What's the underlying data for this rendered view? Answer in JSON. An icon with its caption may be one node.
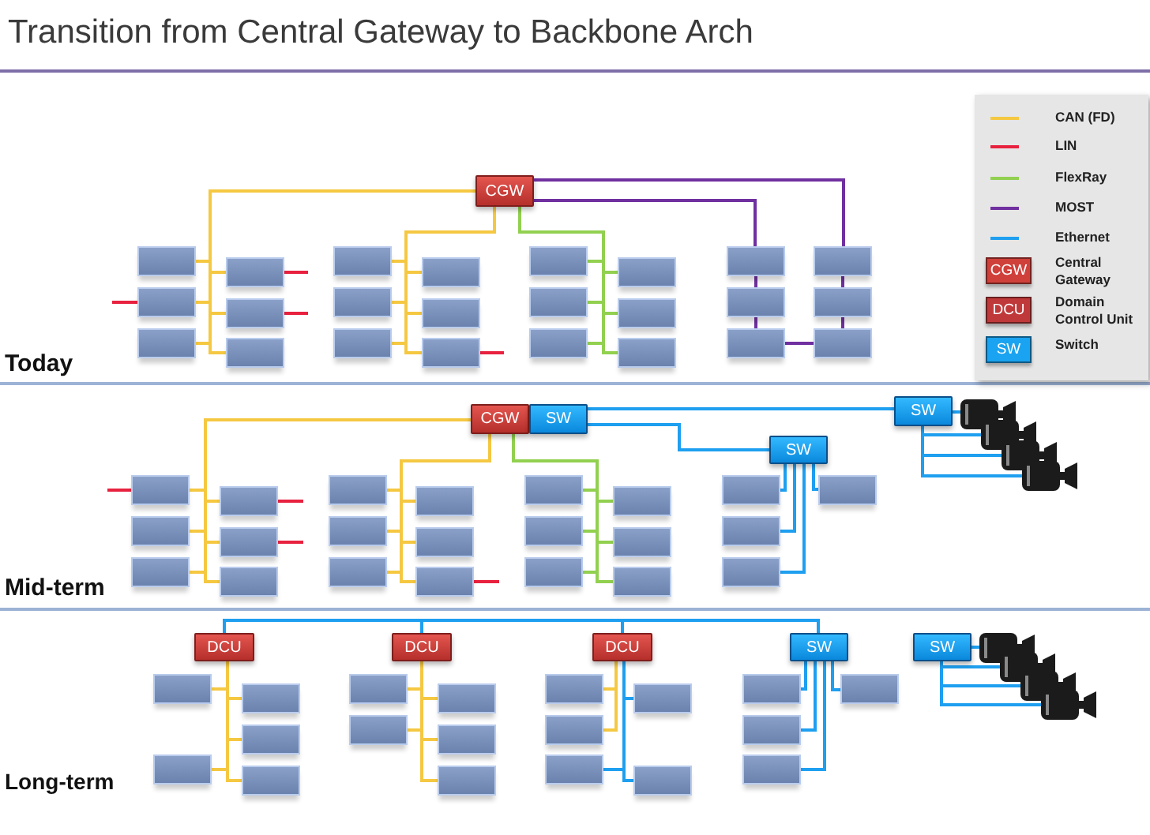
{
  "diagram": {
    "title": "Transition from Central Gateway to Backbone Arch",
    "nodes": [
      {
        "text": [
          "CGW"
        ]
      },
      {
        "text": [],
        "shape": "box"
      },
      {
        "text": [],
        "shape": "box"
      },
      {
        "text": [],
        "shape": "box"
      },
      {
        "text": [],
        "shape": "box"
      },
      {
        "text": [],
        "shape": "box"
      },
      {
        "text": [],
        "shape": "box"
      },
      {
        "text": [],
        "shape": "box"
      },
      {
        "text": [],
        "shape": "box"
      },
      {
        "text": [],
        "shape": "box"
      },
      {
        "text": [],
        "shape": "box"
      },
      {
        "text": [],
        "shape": "box"
      },
      {
        "text": [],
        "shape": "box"
      },
      {
        "text": [],
        "shape": "box"
      },
      {
        "text": [],
        "shape": "box"
      },
      {
        "text": [],
        "shape": "box"
      },
      {
        "text": [],
        "shape": "box"
      },
      {
        "text": [],
        "shape": "box"
      },
      {
        "text": [],
        "shape": "box"
      },
      {
        "text": [],
        "shape": "box"
      },
      {
        "text": [],
        "shape": "box"
      },
      {
        "text": [],
        "shape": "box"
      },
      {
        "text": [],
        "shape": "box"
      },
      {
        "text": [],
        "shape": "box"
      },
      {
        "text": [],
        "shape": "box"
      },
      {
        "text": [
          "CGW"
        ]
      },
      {
        "text": [
          "SW"
        ]
      },
      {
        "text": [],
        "shape": "box"
      },
      {
        "text": [],
        "shape": "box"
      },
      {
        "text": [],
        "shape": "box"
      },
      {
        "text": [],
        "shape": "box"
      },
      {
        "text": [],
        "shape": "box"
      },
      {
        "text": [],
        "shape": "box"
      },
      {
        "text": [],
        "shape": "box"
      },
      {
        "text": [],
        "shape": "box"
      },
      {
        "text": [],
        "shape": "box"
      },
      {
        "text": [],
        "shape": "box"
      },
      {
        "text": [],
        "shape": "box"
      },
      {
        "text": [],
        "shape": "box"
      },
      {
        "text": [],
        "shape": "box"
      },
      {
        "text": [],
        "shape": "box"
      },
      {
        "text": [],
        "shape": "box"
      },
      {
        "text": [],
        "shape": "box"
      },
      {
        "text": [],
        "shape": "box"
      },
      {
        "text": [],
        "shape": "box"
      },
      {
        "text": [
          "SW"
        ]
      },
      {
        "text": [],
        "shape": "box"
      },
      {
        "text": [],
        "shape": "box"
      },
      {
        "text": [],
        "shape": "box"
      },
      {
        "text": [],
        "shape": "box"
      },
      {
        "text": [
          "SW"
        ]
      },
      {
        "text": [],
        "shape": "camera"
      },
      {
        "text": [],
        "shape": "camera"
      },
      {
        "text": [],
        "shape": "camera"
      },
      {
        "text": [],
        "shape": "camera"
      },
      {
        "text": [
          "DCU"
        ]
      },
      {
        "text": [],
        "shape": "box"
      },
      {
        "text": [],
        "shape": "box"
      },
      {
        "text": [],
        "shape": "box"
      },
      {
        "text": [],
        "shape": "box"
      },
      {
        "text": [],
        "shape": "box"
      },
      {
        "text": [
          "DCU"
        ]
      },
      {
        "text": [],
        "shape": "box"
      },
      {
        "text": [],
        "shape": "box"
      },
      {
        "text": [],
        "shape": "box"
      },
      {
        "text": [],
        "shape": "box"
      },
      {
        "text": [],
        "shape": "box"
      },
      {
        "text": [
          "DCU"
        ]
      },
      {
        "text": [],
        "shape": "box"
      },
      {
        "text": [],
        "shape": "box"
      },
      {
        "text": [],
        "shape": "box"
      },
      {
        "text": [],
        "shape": "box"
      },
      {
        "text": [],
        "shape": "box"
      },
      {
        "text": [
          "SW"
        ]
      },
      {
        "text": [],
        "shape": "box"
      },
      {
        "text": [],
        "shape": "box"
      },
      {
        "text": [],
        "shape": "box"
      },
      {
        "text": [],
        "shape": "box"
      },
      {
        "text": [
          "SW"
        ]
      },
      {
        "text": [],
        "shape": "camera"
      },
      {
        "text": [],
        "shape": "camera"
      },
      {
        "text": [],
        "shape": "camera"
      },
      {
        "text": [],
        "shape": "camera"
      }
    ],
    "edges": [
      {
        "from": 0,
        "to": 1,
        "arrow": "none"
      },
      {
        "from": 0,
        "to": 2,
        "arrow": "none"
      },
      {
        "from": 0,
        "to": 3,
        "arrow": "none"
      },
      {
        "from": 0,
        "to": 4,
        "arrow": "none"
      },
      {
        "from": 0,
        "to": 5,
        "arrow": "none"
      },
      {
        "from": 0,
        "to": 6,
        "arrow": "none"
      },
      {
        "from": 0,
        "to": 7,
        "arrow": "none"
      },
      {
        "from": 0,
        "to": 8,
        "arrow": "none"
      },
      {
        "from": 0,
        "to": 9,
        "arrow": "none"
      },
      {
        "from": 0,
        "to": 10,
        "arrow": "none"
      },
      {
        "from": 0,
        "to": 11,
        "arrow": "none"
      },
      {
        "from": 0,
        "to": 12,
        "arrow": "none"
      },
      {
        "from": 0,
        "to": 13,
        "arrow": "none",
        "color": "#92d050"
      },
      {
        "from": 0,
        "to": 14,
        "arrow": "none",
        "color": "#92d050"
      },
      {
        "from": 0,
        "to": 15,
        "arrow": "none",
        "color": "#92d050"
      },
      {
        "from": 0,
        "to": 16,
        "arrow": "none",
        "color": "#92d050"
      },
      {
        "from": 0,
        "to": 17,
        "arrow": "none",
        "color": "#92d050"
      },
      {
        "from": 0,
        "to": 18,
        "arrow": "none",
        "color": "#92d050"
      },
      {
        "from": 0,
        "to": 19,
        "arrow": "none",
        "color": "#7030a0"
      },
      {
        "from": 19,
        "to": 20,
        "arrow": "none",
        "color": "#7030a0"
      },
      {
        "from": 20,
        "to": 21,
        "arrow": "none",
        "color": "#7030a0"
      },
      {
        "from": 21,
        "to": 24,
        "arrow": "none",
        "color": "#7030a0"
      },
      {
        "from": 24,
        "to": 23,
        "arrow": "none",
        "color": "#7030a0"
      },
      {
        "from": 23,
        "to": 22,
        "arrow": "none",
        "color": "#7030a0"
      },
      {
        "from": 22,
        "to": 0,
        "arrow": "none",
        "color": "#7030a0"
      },
      {
        "from": 2,
        "to": null,
        "arrow": "none",
        "color": "#e8213f"
      },
      {
        "from": 4,
        "to": null,
        "arrow": "none",
        "color": "#e8213f"
      },
      {
        "from": 5,
        "to": null,
        "arrow": "none",
        "color": "#e8213f"
      },
      {
        "from": 12,
        "to": null,
        "arrow": "none",
        "color": "#e8213f"
      },
      {
        "from": 25,
        "to": 27,
        "arrow": "none"
      },
      {
        "from": 25,
        "to": 28,
        "arrow": "none"
      },
      {
        "from": 25,
        "to": 29,
        "arrow": "none"
      },
      {
        "from": 25,
        "to": 30,
        "arrow": "none"
      },
      {
        "from": 25,
        "to": 31,
        "arrow": "none"
      },
      {
        "from": 25,
        "to": 32,
        "arrow": "none"
      },
      {
        "from": 25,
        "to": 33,
        "arrow": "none"
      },
      {
        "from": 25,
        "to": 34,
        "arrow": "none"
      },
      {
        "from": 25,
        "to": 35,
        "arrow": "none"
      },
      {
        "from": 25,
        "to": 36,
        "arrow": "none"
      },
      {
        "from": 25,
        "to": 37,
        "arrow": "none"
      },
      {
        "from": 25,
        "to": 38,
        "arrow": "none"
      },
      {
        "from": 25,
        "to": 39,
        "arrow": "none",
        "color": "#92d050"
      },
      {
        "from": 25,
        "to": 40,
        "arrow": "none",
        "color": "#92d050"
      },
      {
        "from": 25,
        "to": 41,
        "arrow": "none",
        "color": "#92d050"
      },
      {
        "from": 25,
        "to": 42,
        "arrow": "none",
        "color": "#92d050"
      },
      {
        "from": 25,
        "to": 43,
        "arrow": "none",
        "color": "#92d050"
      },
      {
        "from": 25,
        "to": 44,
        "arrow": "none",
        "color": "#92d050"
      },
      {
        "from": 26,
        "to": 50,
        "arrow": "none",
        "color": "#1e9ff0"
      },
      {
        "from": 26,
        "to": 45,
        "arrow": "none",
        "color": "#1e9ff0"
      },
      {
        "from": 45,
        "to": 46,
        "arrow": "none",
        "color": "#1e9ff0"
      },
      {
        "from": 45,
        "to": 47,
        "arrow": "none",
        "color": "#1e9ff0"
      },
      {
        "from": 45,
        "to": 48,
        "arrow": "none",
        "color": "#1e9ff0"
      },
      {
        "from": 45,
        "to": 49,
        "arrow": "none",
        "color": "#1e9ff0"
      },
      {
        "from": 50,
        "to": 51,
        "arrow": "none",
        "color": "#1e9ff0"
      },
      {
        "from": 50,
        "to": 52,
        "arrow": "none",
        "color": "#1e9ff0"
      },
      {
        "from": 50,
        "to": 53,
        "arrow": "none",
        "color": "#1e9ff0"
      },
      {
        "from": 50,
        "to": 54,
        "arrow": "none",
        "color": "#1e9ff0"
      },
      {
        "from": 27,
        "to": null,
        "arrow": "none",
        "color": "#e8213f"
      },
      {
        "from": 30,
        "to": null,
        "arrow": "none",
        "color": "#e8213f"
      },
      {
        "from": 31,
        "to": null,
        "arrow": "none",
        "color": "#e8213f"
      },
      {
        "from": 38,
        "to": null,
        "arrow": "none",
        "color": "#e8213f"
      },
      {
        "from": 55,
        "to": 61,
        "arrow": "none",
        "color": "#1e9ff0"
      },
      {
        "from": 61,
        "to": 67,
        "arrow": "none",
        "color": "#1e9ff0"
      },
      {
        "from": 67,
        "to": 73,
        "arrow": "none",
        "color": "#1e9ff0"
      },
      {
        "from": 55,
        "to": 56,
        "arrow": "none"
      },
      {
        "from": 55,
        "to": 57,
        "arrow": "none"
      },
      {
        "from": 55,
        "to": 58,
        "arrow": "none"
      },
      {
        "from": 55,
        "to": 59,
        "arrow": "none"
      },
      {
        "from": 55,
        "to": 60,
        "arrow": "none"
      },
      {
        "from": 61,
        "to": 62,
        "arrow": "none"
      },
      {
        "from": 61,
        "to": 63,
        "arrow": "none"
      },
      {
        "from": 61,
        "to": 64,
        "arrow": "none"
      },
      {
        "from": 61,
        "to": 65,
        "arrow": "none"
      },
      {
        "from": 61,
        "to": 66,
        "arrow": "none"
      },
      {
        "from": 67,
        "to": 68,
        "arrow": "none"
      },
      {
        "from": 67,
        "to": 69,
        "arrow": "none"
      },
      {
        "from": 67,
        "to": 70,
        "arrow": "none",
        "color": "#1e9ff0"
      },
      {
        "from": 67,
        "to": 71,
        "arrow": "none",
        "color": "#1e9ff0"
      },
      {
        "from": 67,
        "to": 72,
        "arrow": "none",
        "color": "#1e9ff0"
      },
      {
        "from": 73,
        "to": 74,
        "arrow": "none",
        "color": "#1e9ff0"
      },
      {
        "from": 73,
        "to": 75,
        "arrow": "none",
        "color": "#1e9ff0"
      },
      {
        "from": 73,
        "to": 76,
        "arrow": "none",
        "color": "#1e9ff0"
      },
      {
        "from": 73,
        "to": 77,
        "arrow": "none",
        "color": "#1e9ff0"
      },
      {
        "from": 78,
        "to": 79,
        "arrow": "none",
        "color": "#1e9ff0"
      },
      {
        "from": 78,
        "to": 80,
        "arrow": "none",
        "color": "#1e9ff0"
      },
      {
        "from": 78,
        "to": 81,
        "arrow": "none",
        "color": "#1e9ff0"
      },
      {
        "from": 78,
        "to": 82,
        "arrow": "none",
        "color": "#1e9ff0"
      }
    ],
    "labels": [
      "CGW",
      "DCU",
      "SW",
      "Today",
      "Mid-term",
      "Long-term"
    ],
    "legend": [
      {
        "text": "CAN (FD)",
        "color": "#f5c842"
      },
      {
        "text": "LIN",
        "color": "#e8213f"
      },
      {
        "text": "FlexRay",
        "color": "#92d050"
      },
      {
        "text": "MOST",
        "color": "#7030a0"
      },
      {
        "text": "Ethernet",
        "color": "#1e9ff0"
      },
      {
        "text": "Central Gateway",
        "color": "#d0403b"
      },
      {
        "text": "Domain Control Unit",
        "color": "#c0393a"
      },
      {
        "text": "Switch",
        "color": "#1aa3f0"
      }
    ]
  }
}
